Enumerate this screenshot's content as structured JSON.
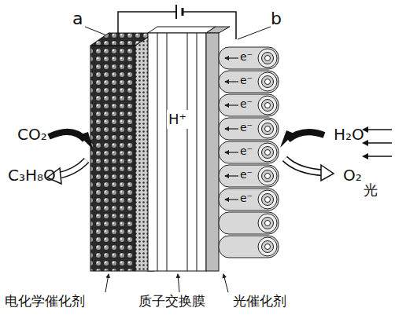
{
  "diagram": {
    "nodes": [
      {
        "text": [
          "H⁺"
        ]
      }
    ],
    "labels": [
      "a",
      "b",
      "CO₂",
      "C₃H₈O",
      "H₂O",
      "O₂",
      "光",
      "e⁻",
      "e⁻",
      "e⁻",
      "e⁻",
      "e⁻",
      "e⁻",
      "e⁻",
      "电化学催化剂",
      "质子交换膜",
      "光催化剂"
    ]
  }
}
